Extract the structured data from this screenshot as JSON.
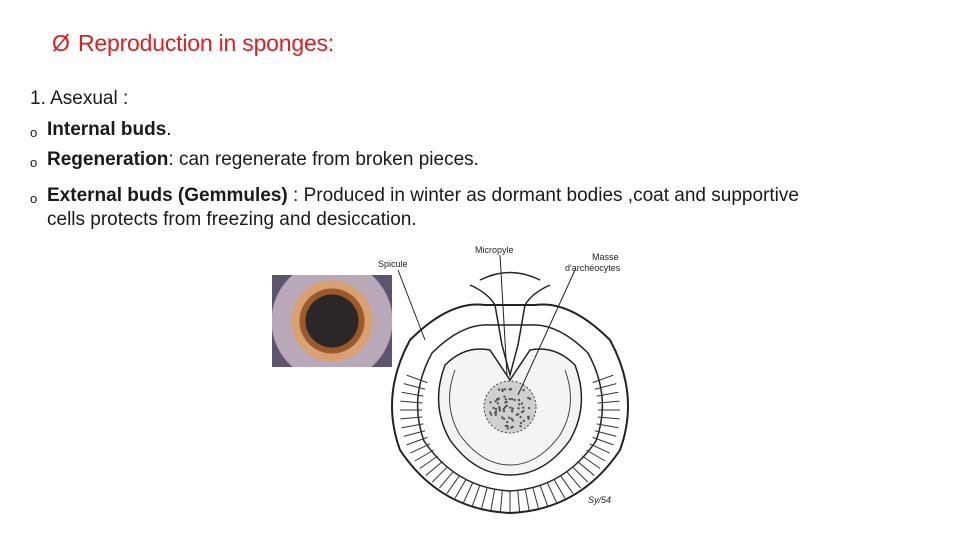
{
  "slide": {
    "title_arrow": "Ø",
    "title": "Reproduction in sponges:",
    "subheading": "1. Asexual :",
    "bullet_marker": "o",
    "bullets": [
      {
        "bold": "Internal buds",
        "text": "."
      },
      {
        "bold": "Regeneration",
        "text": ": can regenerate from broken pieces."
      },
      {
        "bold": "External buds (Gemmules)",
        "text": " : Produced in winter as dormant bodies ,coat and supportive cells protects from freezing and desiccation."
      }
    ],
    "diagram_labels": {
      "spicule": "Spicule",
      "micropyle": "Micropyle",
      "masse_line1": "Masse",
      "masse_line2": "d'archéocytes",
      "signature": "Sy/54"
    },
    "colors": {
      "title": "#e01e1e",
      "text": "#1a1a1a"
    }
  }
}
